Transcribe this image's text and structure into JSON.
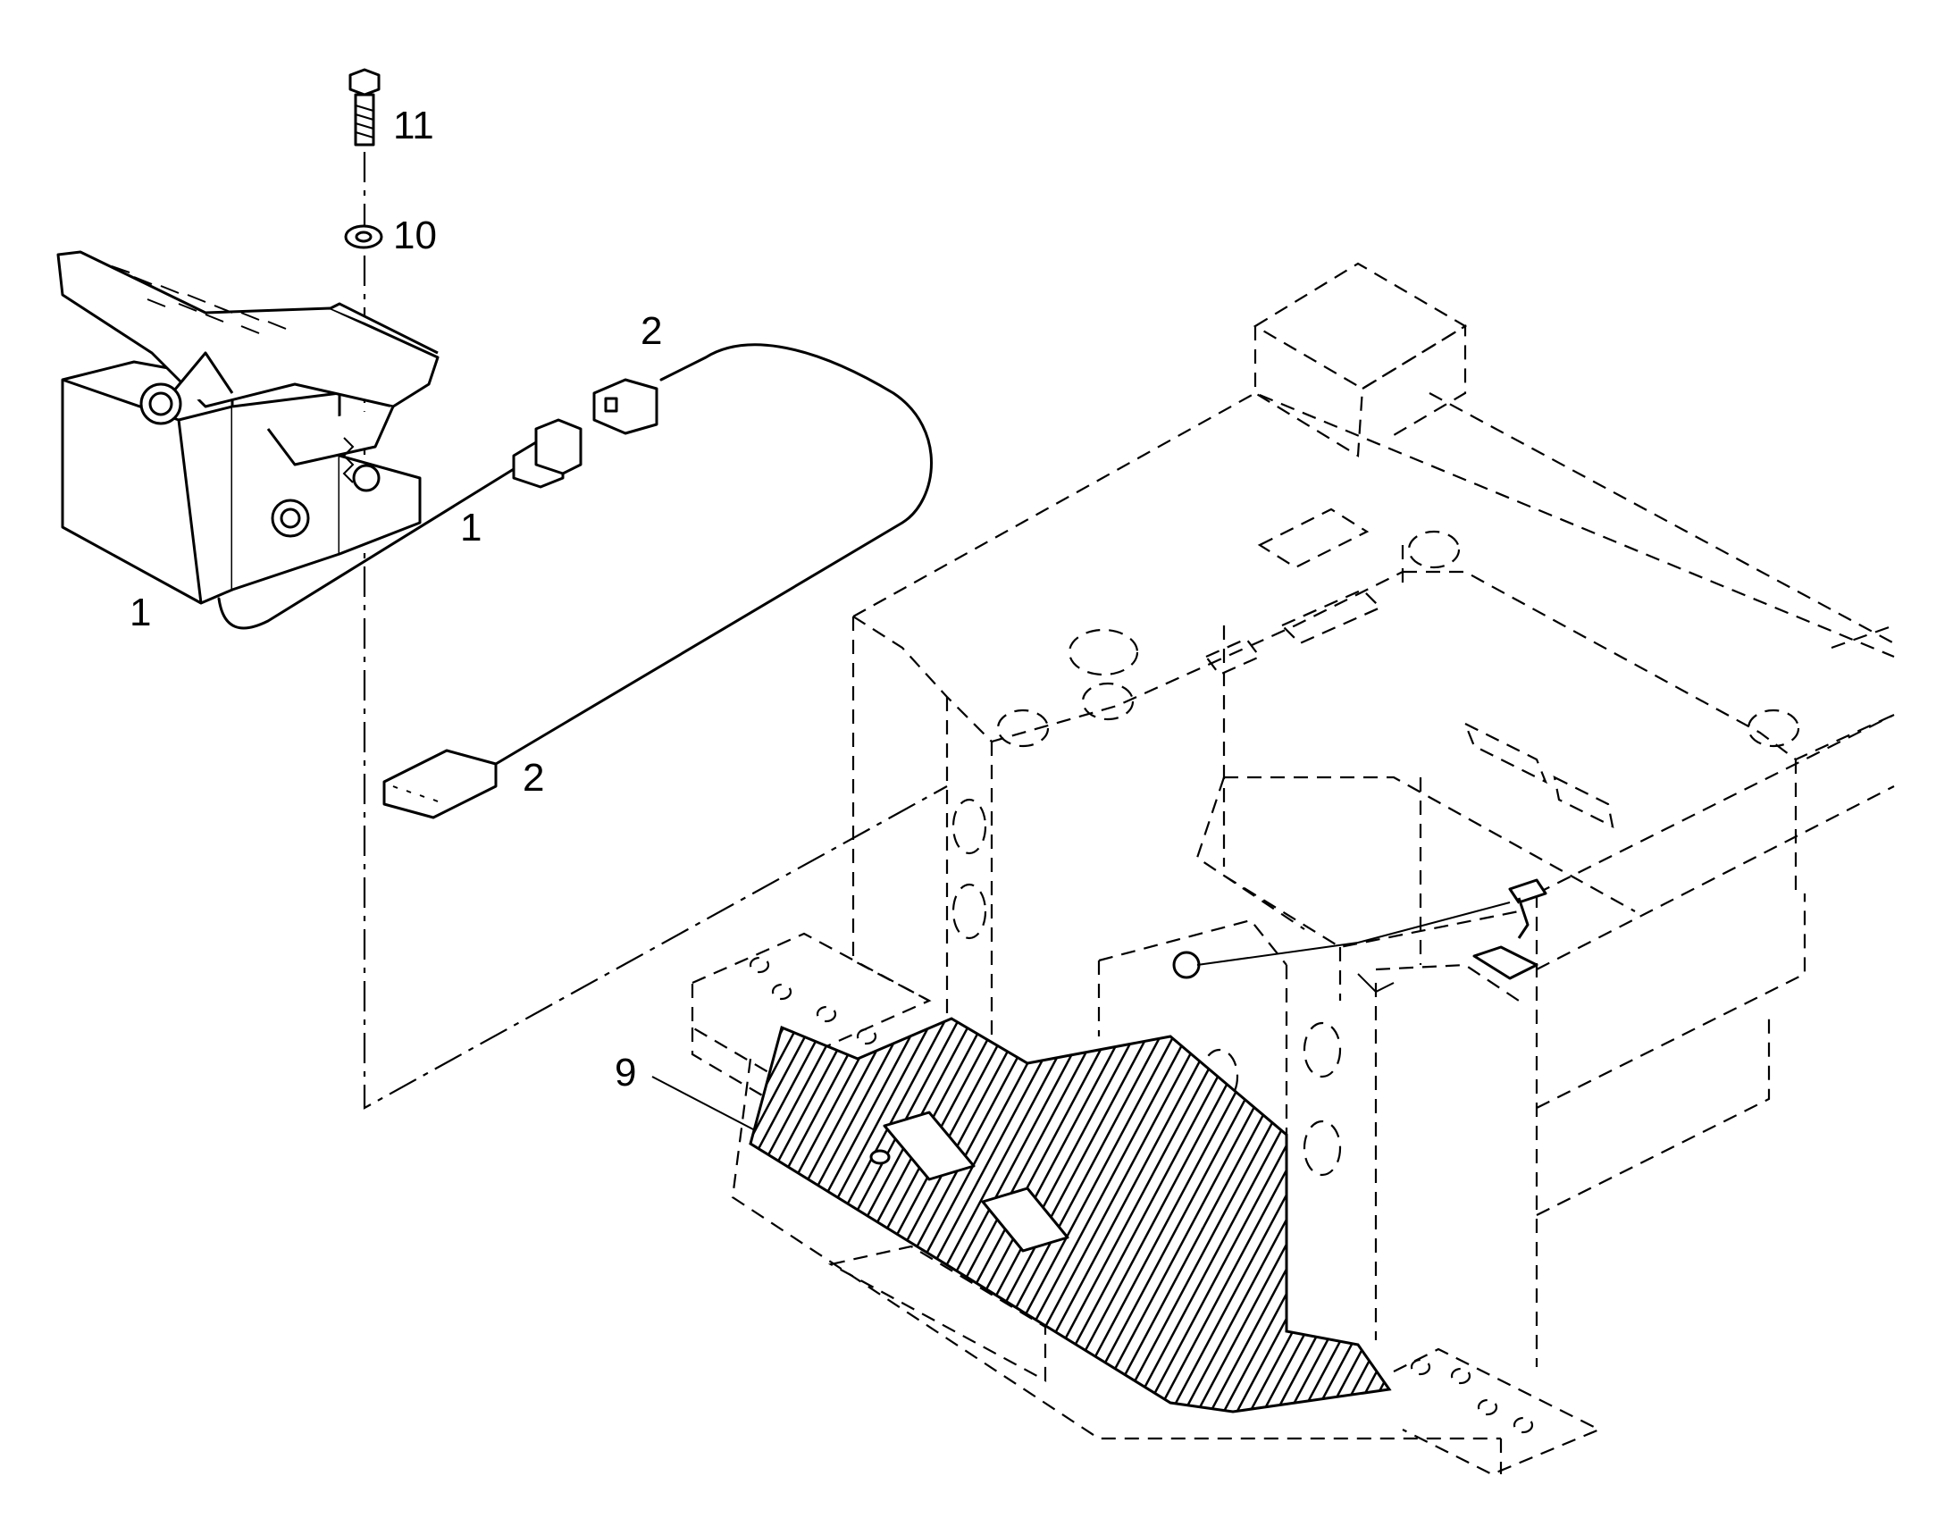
{
  "callouts": {
    "c11": "11",
    "c10": "10",
    "c2_top": "2",
    "c1_mid": "1",
    "c1_left": "1",
    "c2_bottom": "2",
    "c9": "9"
  },
  "parts": {
    "bolt": "bolt-icon",
    "washer": "washer-icon",
    "pedal": "foot-pedal-icon",
    "harness": "wire-harness-icon",
    "connector": "connector-icon",
    "floor_mat": "floor-mat-icon",
    "frame": "cab-frame-icon"
  }
}
